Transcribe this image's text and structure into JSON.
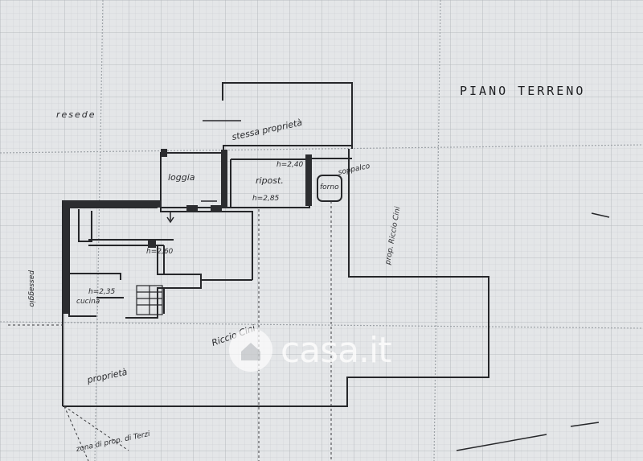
{
  "drawing": {
    "title": "PIANO TERRENO",
    "labels": {
      "resede": "resede",
      "stessa_proprieta": "stessa proprietà",
      "loggia": "loggia",
      "ripost": "ripost.",
      "h_240": "h=2,40",
      "h_285": "h=2,85",
      "soppalco": "soppalco",
      "forno": "forno",
      "prop_riccio_cini": "prop. Riccio Cini",
      "h_260": "h=2,60",
      "h_235": "h=2,35",
      "cucina": "cucina",
      "riccio_cini": "Riccio Cini",
      "proprieta": "proprietà",
      "passaggio": "passaggio",
      "zona": "zona di prop. di Terzi"
    },
    "colors": {
      "paper": "#e4e6e8",
      "ink": "#2a2b2e",
      "grid": "#b8bcc0"
    }
  },
  "watermark": {
    "text": "casa.it"
  }
}
